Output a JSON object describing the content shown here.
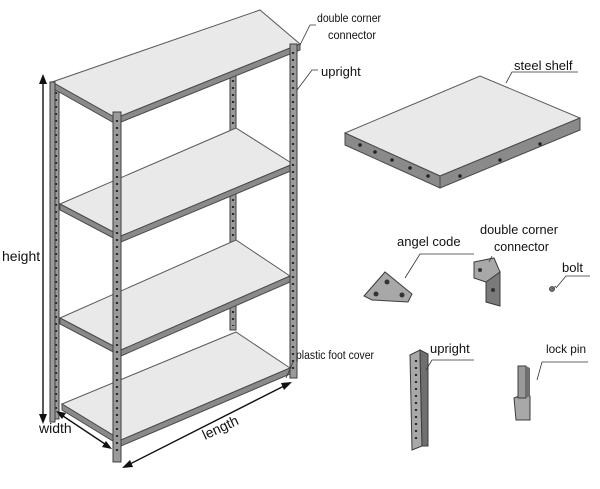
{
  "labels": {
    "double_corner_connector_1_line1": "double corner",
    "double_corner_connector_1_line2": "connector",
    "upright_1": "upright",
    "steel_shelf": "steel shelf",
    "angel_code": "angel code",
    "double_corner_connector_2_line1": "double corner",
    "double_corner_connector_2_line2": "connector",
    "bolt": "bolt",
    "upright_2": "upright",
    "lock_pin": "lock pin",
    "plastic_foot_cover": "plastic foot cover",
    "height": "height",
    "width": "width",
    "length": "length"
  }
}
